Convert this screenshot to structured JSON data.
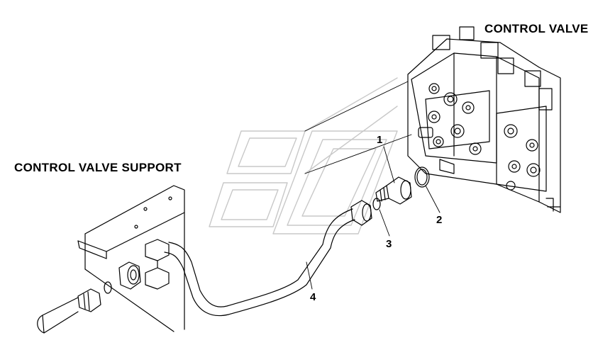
{
  "titles": {
    "control_valve": "CONTROL VALVE",
    "control_valve_support": "CONTROL VALVE SUPPORT"
  },
  "callouts": [
    "1",
    "2",
    "3",
    "4"
  ],
  "colors": {
    "line": "#000000",
    "background": "#ffffff",
    "watermark": "#c8c8c8"
  },
  "icons": {
    "watermark": "manufacturer-logo-watermark"
  }
}
